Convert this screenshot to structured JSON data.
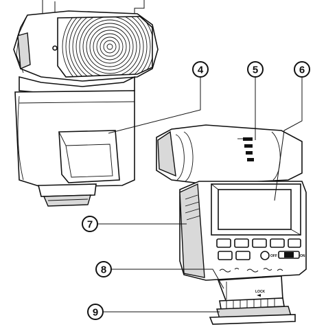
{
  "callouts": [
    {
      "id": "4",
      "label": "4"
    },
    {
      "id": "5",
      "label": "5"
    },
    {
      "id": "6",
      "label": "6"
    },
    {
      "id": "7",
      "label": "7"
    },
    {
      "id": "8",
      "label": "8"
    },
    {
      "id": "9",
      "label": "9"
    }
  ],
  "panel": {
    "switch_off": "OFF",
    "switch_on": "ON",
    "lock": "LOCK"
  }
}
